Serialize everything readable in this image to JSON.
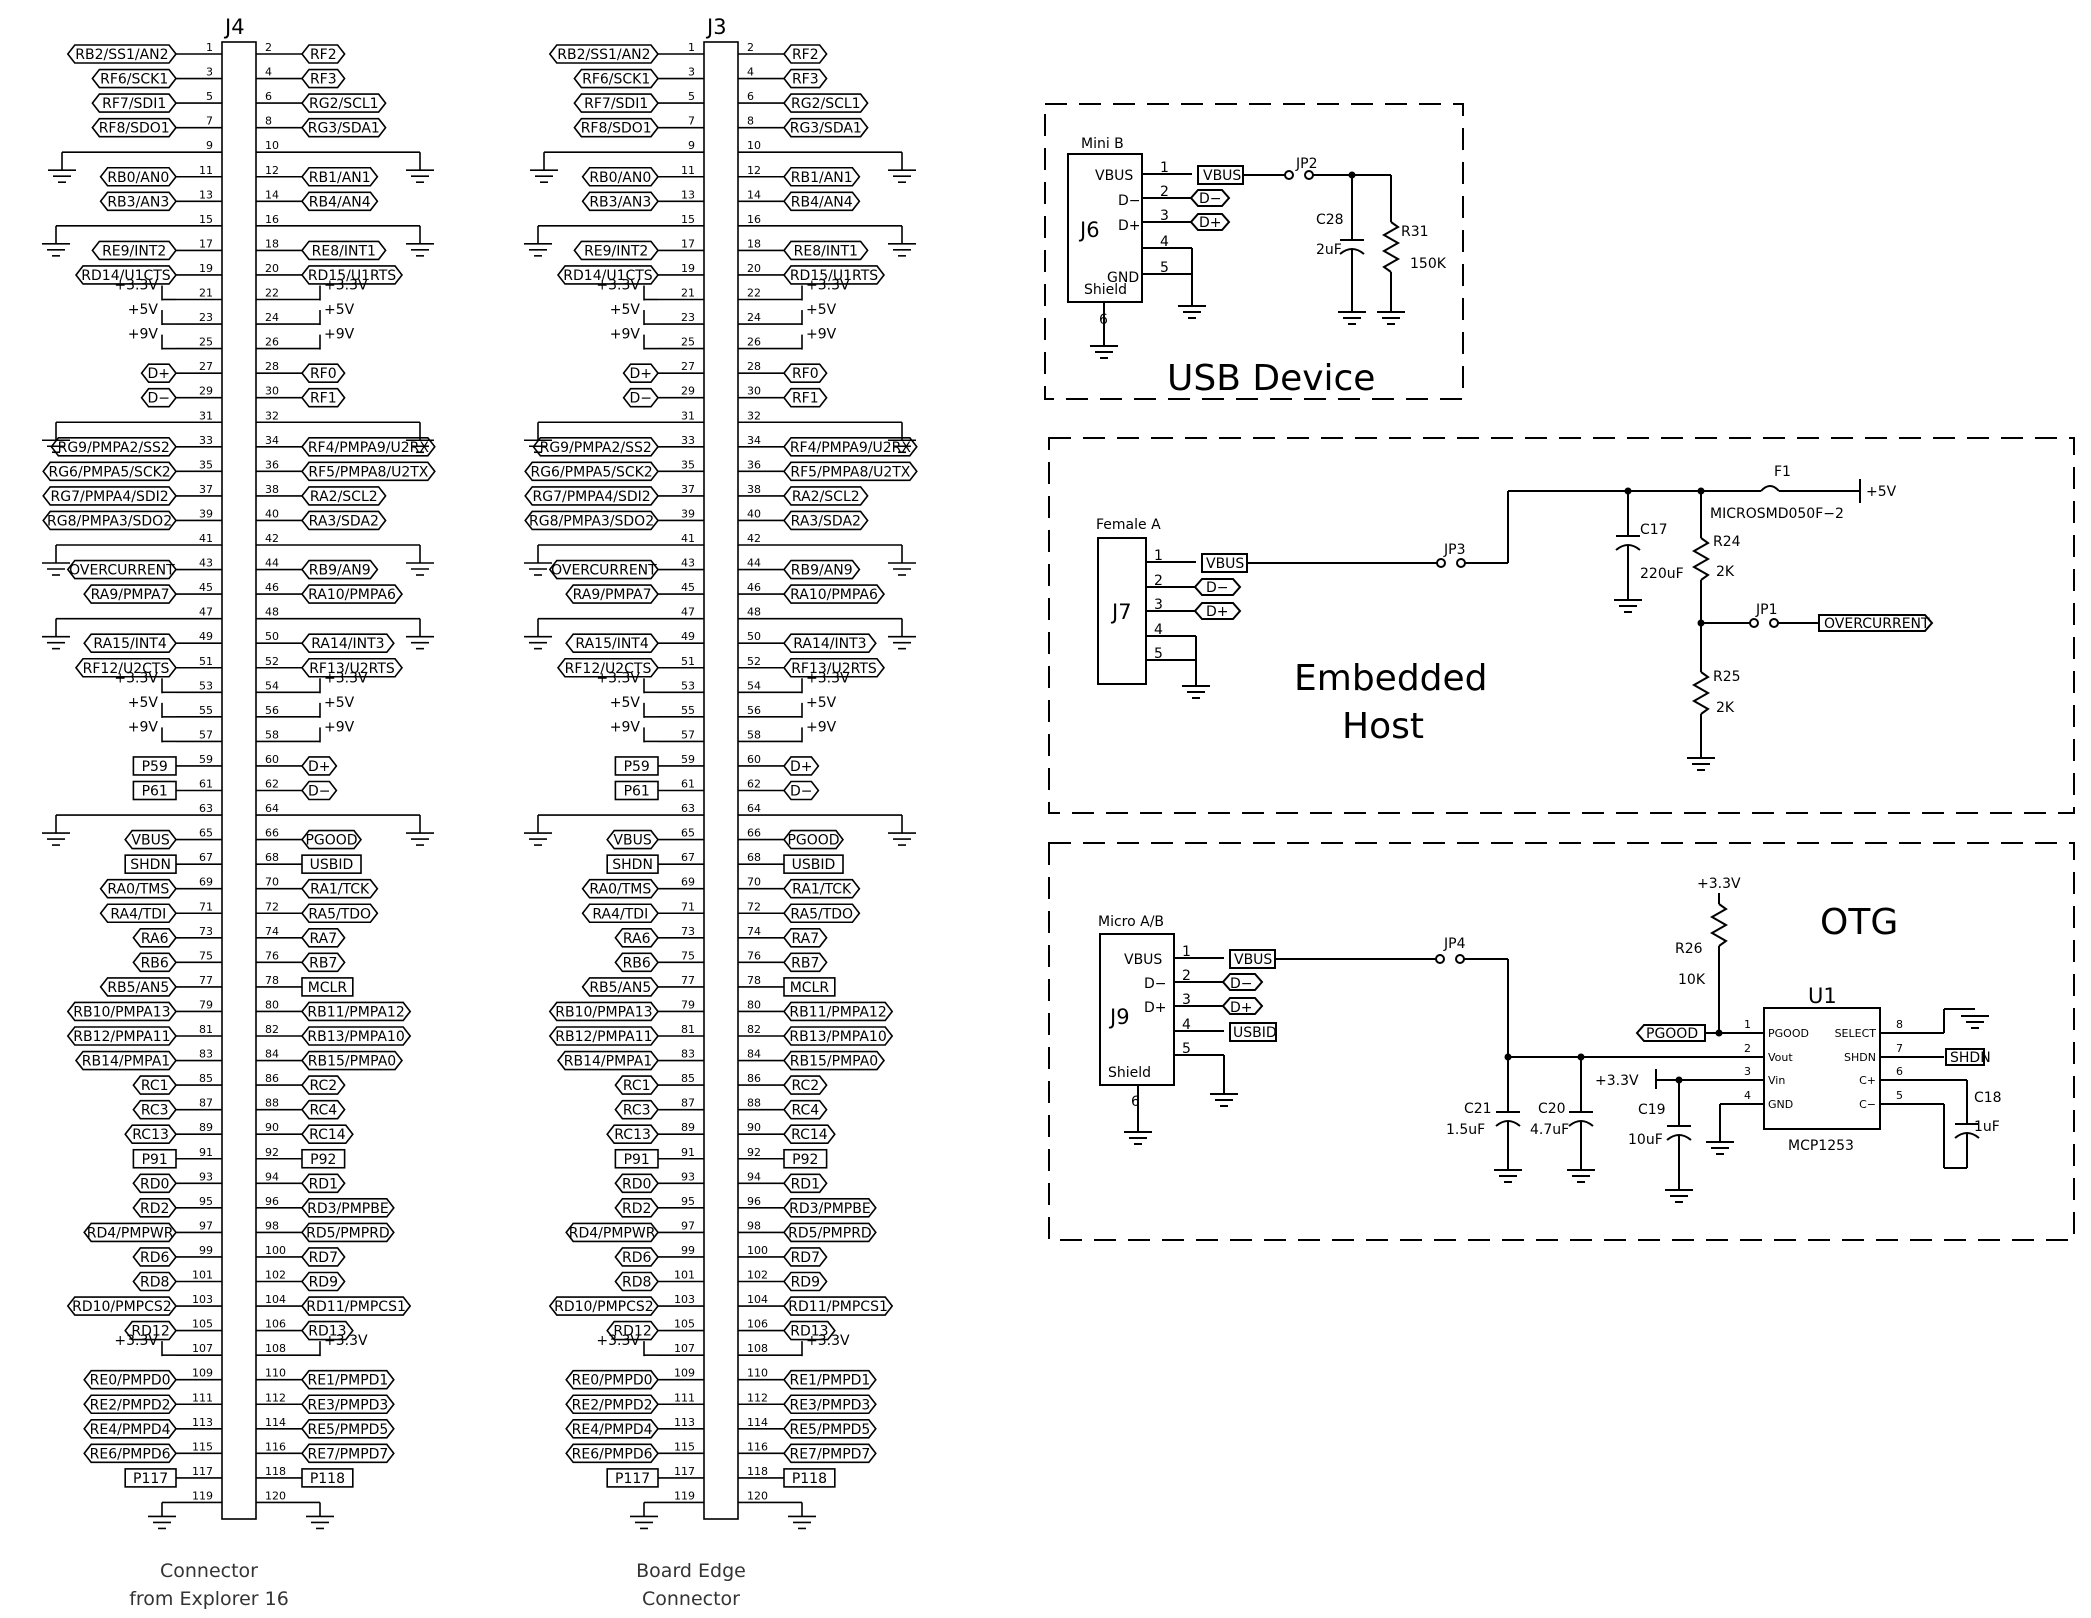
{
  "connectors": [
    {
      "designator": "J4",
      "caption": [
        "Connector",
        "from Explorer 16"
      ],
      "left": [
        "RB2/SS1/AN2",
        "RF6/SCK1",
        "RF7/SDI1",
        "RF8/SDO1",
        "",
        "RB0/AN0",
        "RB3/AN3",
        "",
        "RE9/INT2",
        "RD14/U1CTS",
        "+3.3V",
        "+5V",
        "+9V",
        "D+",
        "D−",
        "",
        "RG9/PMPA2/SS2",
        "RG6/PMPA5/SCK2",
        "RG7/PMPA4/SDI2",
        "RG8/PMPA3/SDO2",
        "",
        "OVERCURRENT",
        "RA9/PMPA7",
        "",
        "RA15/INT4",
        "RF12/U2CTS",
        "+3.3V",
        "+5V",
        "+9V",
        "P59",
        "P61",
        "",
        "VBUS",
        "SHDN",
        "RA0/TMS",
        "RA4/TDI",
        "RA6",
        "RB6",
        "RB5/AN5",
        "RB10/PMPA13",
        "RB12/PMPA11",
        "RB14/PMPA1",
        "RC1",
        "RC3",
        "RC13",
        "P91",
        "RD0",
        "RD2",
        "RD4/PMPWR",
        "RD6",
        "RD8",
        "RD10/PMPCS2",
        "RD12",
        "+3.3V",
        "RE0/PMPD0",
        "RE2/PMPD2",
        "RE4/PMPD4",
        "RE6/PMPD6",
        "P117",
        ""
      ],
      "right": [
        "RF2",
        "RF3",
        "RG2/SCL1",
        "RG3/SDA1",
        "",
        "RB1/AN1",
        "RB4/AN4",
        "",
        "RE8/INT1",
        "RD15/U1RTS",
        "+3.3V",
        "+5V",
        "+9V",
        "RF0",
        "RF1",
        "",
        "RF4/PMPA9/U2RX",
        "RF5/PMPA8/U2TX",
        "RA2/SCL2",
        "RA3/SDA2",
        "",
        "RB9/AN9",
        "RA10/PMPA6",
        "",
        "RA14/INT3",
        "RF13/U2RTS",
        "+3.3V",
        "+5V",
        "+9V",
        "D+",
        "D−",
        "",
        "PGOOD",
        "USBID",
        "RA1/TCK",
        "RA5/TDO",
        "RA7",
        "RB7",
        "MCLR",
        "RB11/PMPA12",
        "RB13/PMPA10",
        "RB15/PMPA0",
        "RC2",
        "RC4",
        "RC14",
        "P92",
        "RD1",
        "RD3/PMPBE",
        "RD5/PMPRD",
        "RD7",
        "RD9",
        "RD11/PMPCS1",
        "RD13",
        "+3.3V",
        "RE1/PMPD1",
        "RE3/PMPD3",
        "RE5/PMPD5",
        "RE7/PMPD7",
        "P118",
        ""
      ]
    },
    {
      "designator": "J3",
      "caption": [
        "Board Edge",
        "Connector"
      ],
      "left": [
        "RB2/SS1/AN2",
        "RF6/SCK1",
        "RF7/SDI1",
        "RF8/SDO1",
        "",
        "RB0/AN0",
        "RB3/AN3",
        "",
        "RE9/INT2",
        "RD14/U1CTS",
        "+3.3V",
        "+5V",
        "+9V",
        "D+",
        "D−",
        "",
        "RG9/PMPA2/SS2",
        "RG6/PMPA5/SCK2",
        "RG7/PMPA4/SDI2",
        "RG8/PMPA3/SDO2",
        "",
        "OVERCURRENT",
        "RA9/PMPA7",
        "",
        "RA15/INT4",
        "RF12/U2CTS",
        "+3.3V",
        "+5V",
        "+9V",
        "P59",
        "P61",
        "",
        "VBUS",
        "SHDN",
        "RA0/TMS",
        "RA4/TDI",
        "RA6",
        "RB6",
        "RB5/AN5",
        "RB10/PMPA13",
        "RB12/PMPA11",
        "RB14/PMPA1",
        "RC1",
        "RC3",
        "RC13",
        "P91",
        "RD0",
        "RD2",
        "RD4/PMPWR",
        "RD6",
        "RD8",
        "RD10/PMPCS2",
        "RD12",
        "+3.3V",
        "RE0/PMPD0",
        "RE2/PMPD2",
        "RE4/PMPD4",
        "RE6/PMPD6",
        "P117",
        ""
      ],
      "right": [
        "RF2",
        "RF3",
        "RG2/SCL1",
        "RG3/SDA1",
        "",
        "RB1/AN1",
        "RB4/AN4",
        "",
        "RE8/INT1",
        "RD15/U1RTS",
        "+3.3V",
        "+5V",
        "+9V",
        "RF0",
        "RF1",
        "",
        "RF4/PMPA9/U2RX",
        "RF5/PMPA8/U2TX",
        "RA2/SCL2",
        "RA3/SDA2",
        "",
        "RB9/AN9",
        "RA10/PMPA6",
        "",
        "RA14/INT3",
        "RF13/U2RTS",
        "+3.3V",
        "+5V",
        "+9V",
        "D+",
        "D−",
        "",
        "PGOOD",
        "USBID",
        "RA1/TCK",
        "RA5/TDO",
        "RA7",
        "RB7",
        "MCLR",
        "RB11/PMPA12",
        "RB13/PMPA10",
        "RB15/PMPA0",
        "RC2",
        "RC4",
        "RC14",
        "P92",
        "RD1",
        "RD3/PMPBE",
        "RD5/PMPRD",
        "RD7",
        "RD9",
        "RD11/PMPCS1",
        "RD13",
        "+3.3V",
        "RE1/PMPD1",
        "RE3/PMPD3",
        "RE5/PMPD5",
        "RE7/PMPD7",
        "P118",
        ""
      ]
    }
  ],
  "usb_device": {
    "title": "USB Device",
    "conn_name": "Mini B",
    "conn_ref": "J6",
    "pins": [
      "VBUS",
      "D−",
      "D+",
      "",
      "GND"
    ],
    "pin_nums": [
      "1",
      "2",
      "3",
      "4",
      "5"
    ],
    "shield": "Shield",
    "shield_num": "6",
    "nets": [
      "VBUS",
      "D−",
      "D+"
    ],
    "jumper": "JP2",
    "cap_ref": "C28",
    "cap_val": "2uF",
    "res_ref": "R31",
    "res_val": "150K"
  },
  "embedded_host": {
    "title": [
      "Embedded",
      "Host"
    ],
    "conn_name": "Female A",
    "conn_ref": "J7",
    "pin_nums": [
      "1",
      "2",
      "3",
      "4",
      "5"
    ],
    "nets": [
      "VBUS",
      "D−",
      "D+"
    ],
    "jumper": "JP3",
    "jumper2": "JP1",
    "fuse_ref": "F1",
    "fuse_val": "MICROSMD050F−2",
    "supply": "+5V",
    "cap_ref": "C17",
    "cap_val": "220uF",
    "r1_ref": "R24",
    "r1_val": "2K",
    "r2_ref": "R25",
    "r2_val": "2K",
    "flag": "OVERCURRENT"
  },
  "otg": {
    "title": "OTG",
    "conn_name": "Micro A/B",
    "conn_ref": "J9",
    "pins": [
      "VBUS",
      "D−",
      "D+"
    ],
    "pin_nums": [
      "1",
      "2",
      "3",
      "4",
      "5"
    ],
    "shield": "Shield",
    "shield_num": "6",
    "nets": [
      "VBUS",
      "D−",
      "D+",
      "USBID"
    ],
    "jumper": "JP4",
    "supply": "+3.3V",
    "r_ref": "R26",
    "r_val": "10K",
    "ic_ref": "U1",
    "ic_part": "MCP1253",
    "ic_left": [
      "PGOOD",
      "Vout",
      "Vin",
      "GND"
    ],
    "ic_left_nums": [
      "1",
      "2",
      "3",
      "4"
    ],
    "ic_right": [
      "SELECT",
      "SHDN",
      "C+",
      "C−"
    ],
    "ic_right_nums": [
      "8",
      "7",
      "6",
      "5"
    ],
    "pgood": "PGOOD",
    "shdn": "SHDN",
    "c21_ref": "C21",
    "c21_val": "1.5uF",
    "c20_ref": "C20",
    "c20_val": "4.7uF",
    "c19_ref": "C19",
    "c19_val": "10uF",
    "c18_ref": "C18",
    "c18_val": "1uF"
  }
}
